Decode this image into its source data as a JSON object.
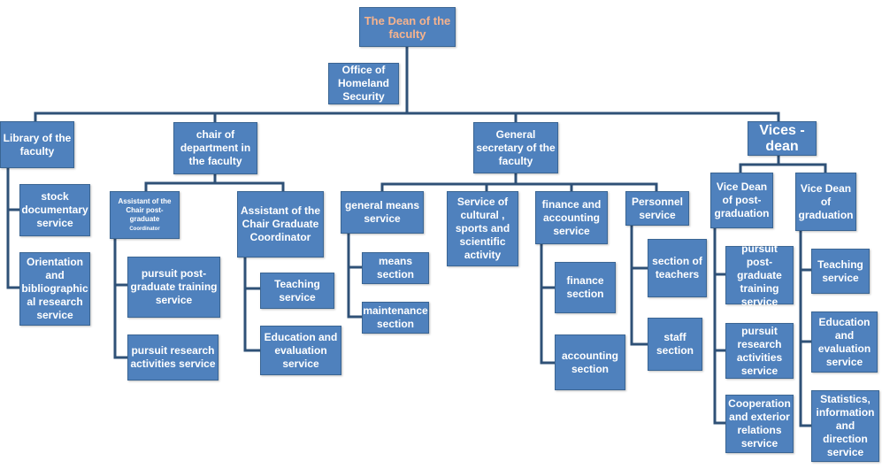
{
  "nodes": {
    "dean": "The Dean of the faculty",
    "office": "Office of Homeland Security",
    "library": "Library of the faculty",
    "stock": "stock documentary service",
    "orientation": "Orientation and bibliographic al research service",
    "chair": "chair of department in the faculty",
    "assist_pg": "Assistant of the Chair post-graduate",
    "assist_pg_sub": "Coordinator",
    "assist_grad": "Assistant of the Chair Graduate Coordinator",
    "pursuit_pg_train": "pursuit post-graduate training service",
    "pursuit_research": "pursuit research activities service",
    "teaching1": "Teaching service",
    "education1": "Education and evaluation service",
    "general_sec": "General secretary of the faculty",
    "general_means": "general means service",
    "means_section": "means section",
    "maintenance": "maintenance section",
    "cultural": "Service of cultural , sports and scientific activity",
    "finance_acc": "finance and accounting service",
    "finance_sec": "finance section",
    "accounting_sec": "accounting section",
    "personnel": "Personnel service",
    "teachers_sec": "section of teachers",
    "staff_sec": "staff section",
    "vices": "Vices - dean",
    "vd_pg": "Vice Dean of post-graduation",
    "vd_grad": "Vice Dean of graduation",
    "vd_pg_train": "pursuit post-graduate training service",
    "vd_research": "pursuit research activities service",
    "cooperation": "Cooperation and exterior relations service",
    "teaching2": "Teaching service",
    "education2": "Education and evaluation service",
    "statistics": "Statistics, information and direction service"
  },
  "colors": {
    "box_fill": "#4f81bd",
    "box_border": "#3a6593",
    "box_text": "#ffffff",
    "dean_text": "#f6b38d",
    "connector": "#2f5177"
  }
}
